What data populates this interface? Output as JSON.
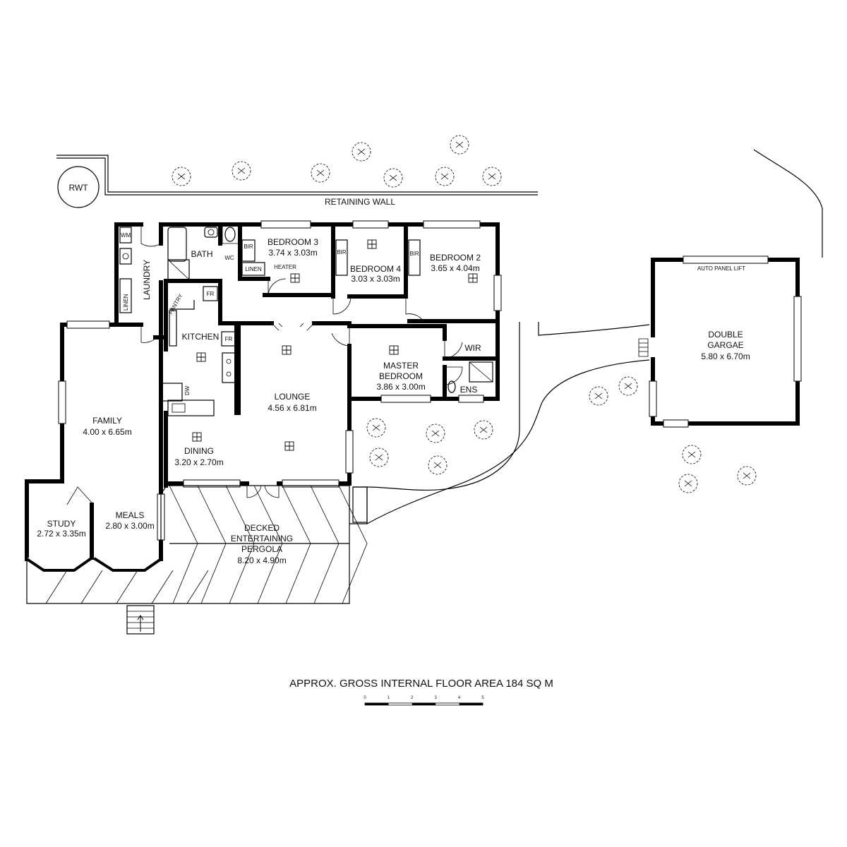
{
  "plan": {
    "rwt": "RWT",
    "retaining_wall": "RETAINING WALL",
    "auto_panel_lift": "AUTO PANEL LIFT",
    "rooms": {
      "bedroom3": {
        "name": "BEDROOM 3",
        "dim": "3.74  x 3.03m"
      },
      "bedroom4": {
        "name": "BEDROOM 4",
        "dim": "3.03  x 3.03m"
      },
      "bedroom2": {
        "name": "BEDROOM 2",
        "dim": "3.65  x 4.04m"
      },
      "master": {
        "name1": "MASTER",
        "name2": "BEDROOM",
        "dim": "3.86  x 3.00m"
      },
      "lounge": {
        "name": "LOUNGE",
        "dim": "4.56  x 6.81m"
      },
      "family": {
        "name": "FAMILY",
        "dim": "4.00  x 6.65m"
      },
      "dining": {
        "name": "DINING",
        "dim": "3.20  x 2.70m"
      },
      "study": {
        "name": "STUDY",
        "dim": "2.72  x 3.35m"
      },
      "meals": {
        "name": "MEALS",
        "dim": "2.80  x 3.00m"
      },
      "deck": {
        "name1": "DECKED",
        "name2": "ENTERTAINING",
        "name3": "PERGOLA",
        "dim": "8.20  x 4.90m"
      },
      "garage": {
        "name1": "DOUBLE",
        "name2": "GARGAE",
        "dim": "5.80  x 6.70m"
      },
      "kitchen": {
        "name": "KITCHEN"
      },
      "bath": {
        "name": "BATH"
      },
      "laundry": {
        "name": "LAUNDRY"
      },
      "wir": {
        "name": "WIR"
      },
      "ens": {
        "name": "ENS"
      }
    },
    "fixtures": {
      "wm": "WM",
      "linen": "LINEN",
      "pantry": "PANTRY",
      "fr": "FR",
      "wc": "WC",
      "bir": "BIR",
      "heater": "HEATER",
      "dw": "DW"
    },
    "area_text": "APPROX. GROSS INTERNAL FLOOR AREA 184 SQ M",
    "scale_labels": [
      "0",
      "1",
      "2",
      "3",
      "4",
      "5"
    ]
  }
}
